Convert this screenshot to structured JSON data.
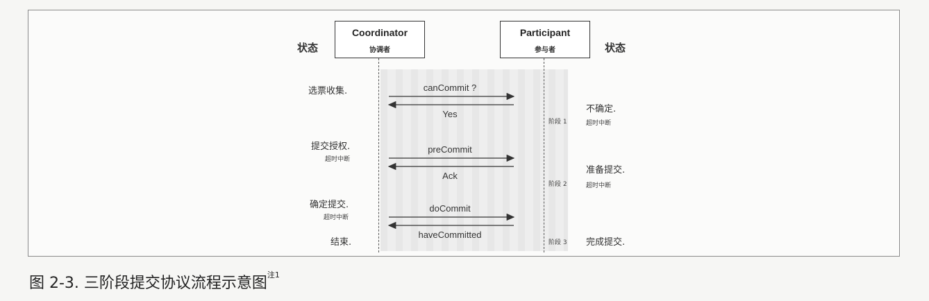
{
  "coordinator": {
    "name": "Coordinator",
    "subtitle": "协调者"
  },
  "participant": {
    "name": "Participant",
    "subtitle": "参与者"
  },
  "state_header_left": "状态",
  "state_header_right": "状态",
  "coordinator_states": [
    {
      "text": "选票收集.",
      "note": ""
    },
    {
      "text": "提交授权.",
      "note": "超时中断"
    },
    {
      "text": "确定提交.",
      "note": "超时中断"
    },
    {
      "text": "结束.",
      "note": ""
    }
  ],
  "messages": [
    {
      "label": "canCommit ?",
      "direction": "right"
    },
    {
      "label": "Yes",
      "direction": "left"
    },
    {
      "label": "preCommit",
      "direction": "right"
    },
    {
      "label": "Ack",
      "direction": "left"
    },
    {
      "label": "doCommit",
      "direction": "right"
    },
    {
      "label": "haveCommitted",
      "direction": "left"
    }
  ],
  "phases": [
    "阶段 1",
    "阶段 2",
    "阶段 3"
  ],
  "participant_states": [
    {
      "text": "不确定.",
      "note": "超时中断"
    },
    {
      "text": "准备提交.",
      "note": "超时中断"
    },
    {
      "text": "完成提交.",
      "note": ""
    }
  ],
  "caption": {
    "text": "图 2-3.  三阶段提交协议流程示意图",
    "superscript": "注1"
  }
}
